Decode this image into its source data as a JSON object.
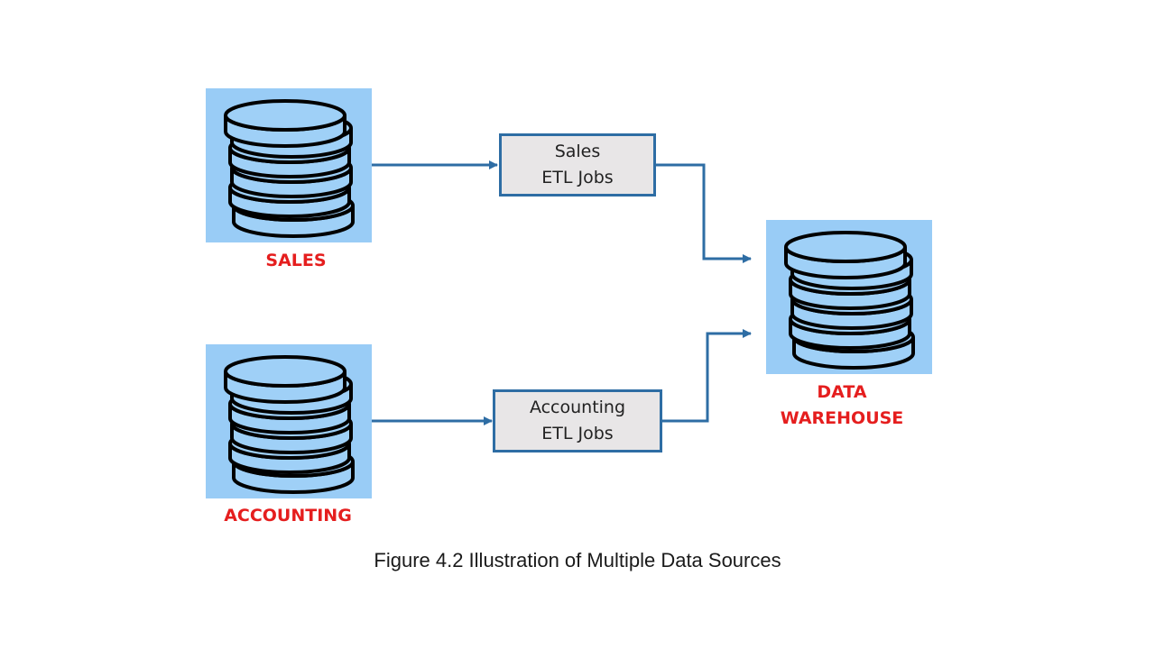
{
  "diagram": {
    "sources": [
      {
        "id": "sales",
        "label": "SALES"
      },
      {
        "id": "accounting",
        "label": "ACCOUNTING"
      }
    ],
    "etl_jobs": [
      {
        "id": "sales-etl",
        "line1": "Sales",
        "line2": "ETL Jobs"
      },
      {
        "id": "accounting-etl",
        "line1": "Accounting",
        "line2": "ETL Jobs"
      }
    ],
    "target": {
      "line1": "DATA",
      "line2": "WAREHOUSE"
    },
    "icon": "database-icon",
    "colors": {
      "icon_background": "#99ccf6",
      "disk_fill": "#9fd0f7",
      "outline": "#000000",
      "arrow": "#2e6da4",
      "label": "#e51e1e",
      "etl_fill": "#e8e6e7"
    }
  },
  "caption": "Figure 4.2 Illustration of Multiple Data Sources"
}
